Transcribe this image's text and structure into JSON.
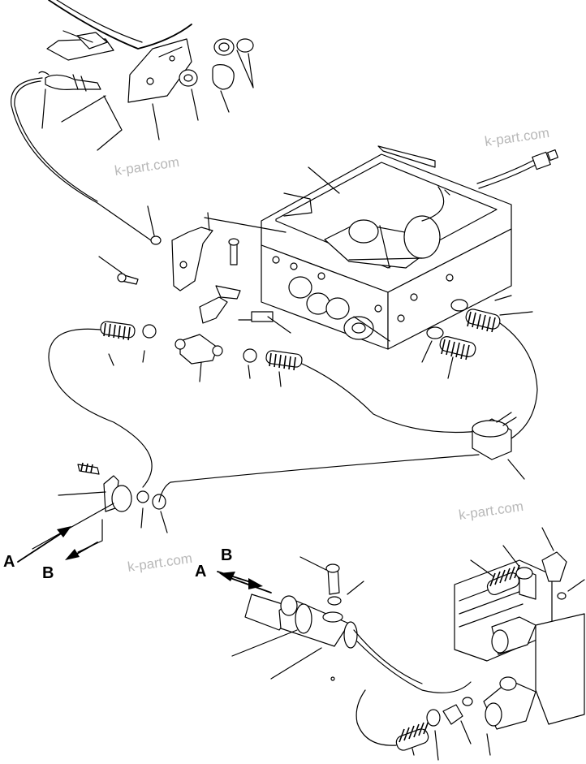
{
  "labels": {
    "a_left": "A",
    "b_left": "B",
    "a_right": "A",
    "b_right": "B"
  },
  "watermarks": [
    "k-part.com",
    "k-part.com",
    "k-part.com",
    "k-part.com"
  ],
  "colors": {
    "ink": "#000000",
    "paper": "#ffffff",
    "watermark": "#b8b8b8"
  }
}
